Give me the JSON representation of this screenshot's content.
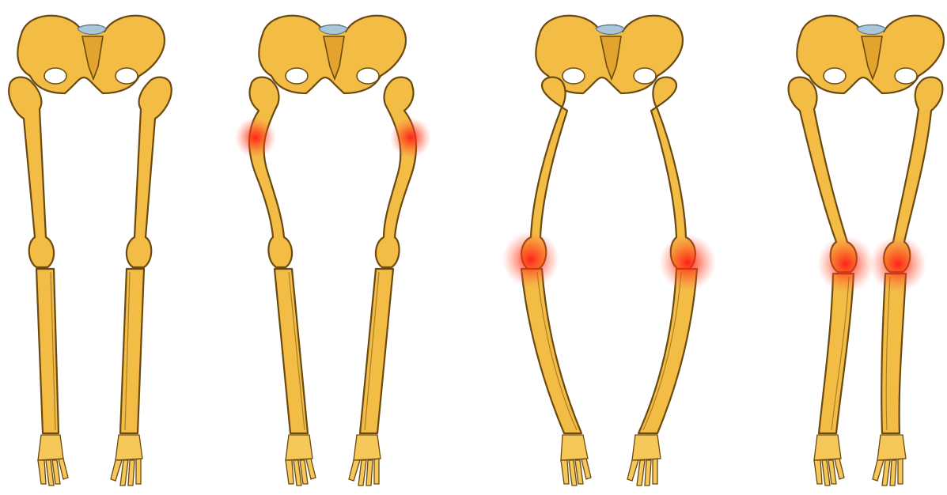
{
  "figure": {
    "panels": [
      {
        "id": "panel-1",
        "leg_shape": "straight",
        "highlight_points": []
      },
      {
        "id": "panel-2",
        "leg_shape": "curved-femur",
        "highlight_points": [
          "left-upper-femur",
          "right-upper-femur"
        ]
      },
      {
        "id": "panel-3",
        "leg_shape": "bowed",
        "highlight_points": [
          "left-knee",
          "right-knee"
        ]
      },
      {
        "id": "panel-4",
        "leg_shape": "knock-knee",
        "highlight_points": [
          "left-knee",
          "right-knee"
        ]
      }
    ],
    "colors": {
      "bone": "#f3bd45",
      "outline": "#6b4a12",
      "sacrum_accent": "#a9c7d8",
      "highlight": "#ff1a1a"
    }
  }
}
